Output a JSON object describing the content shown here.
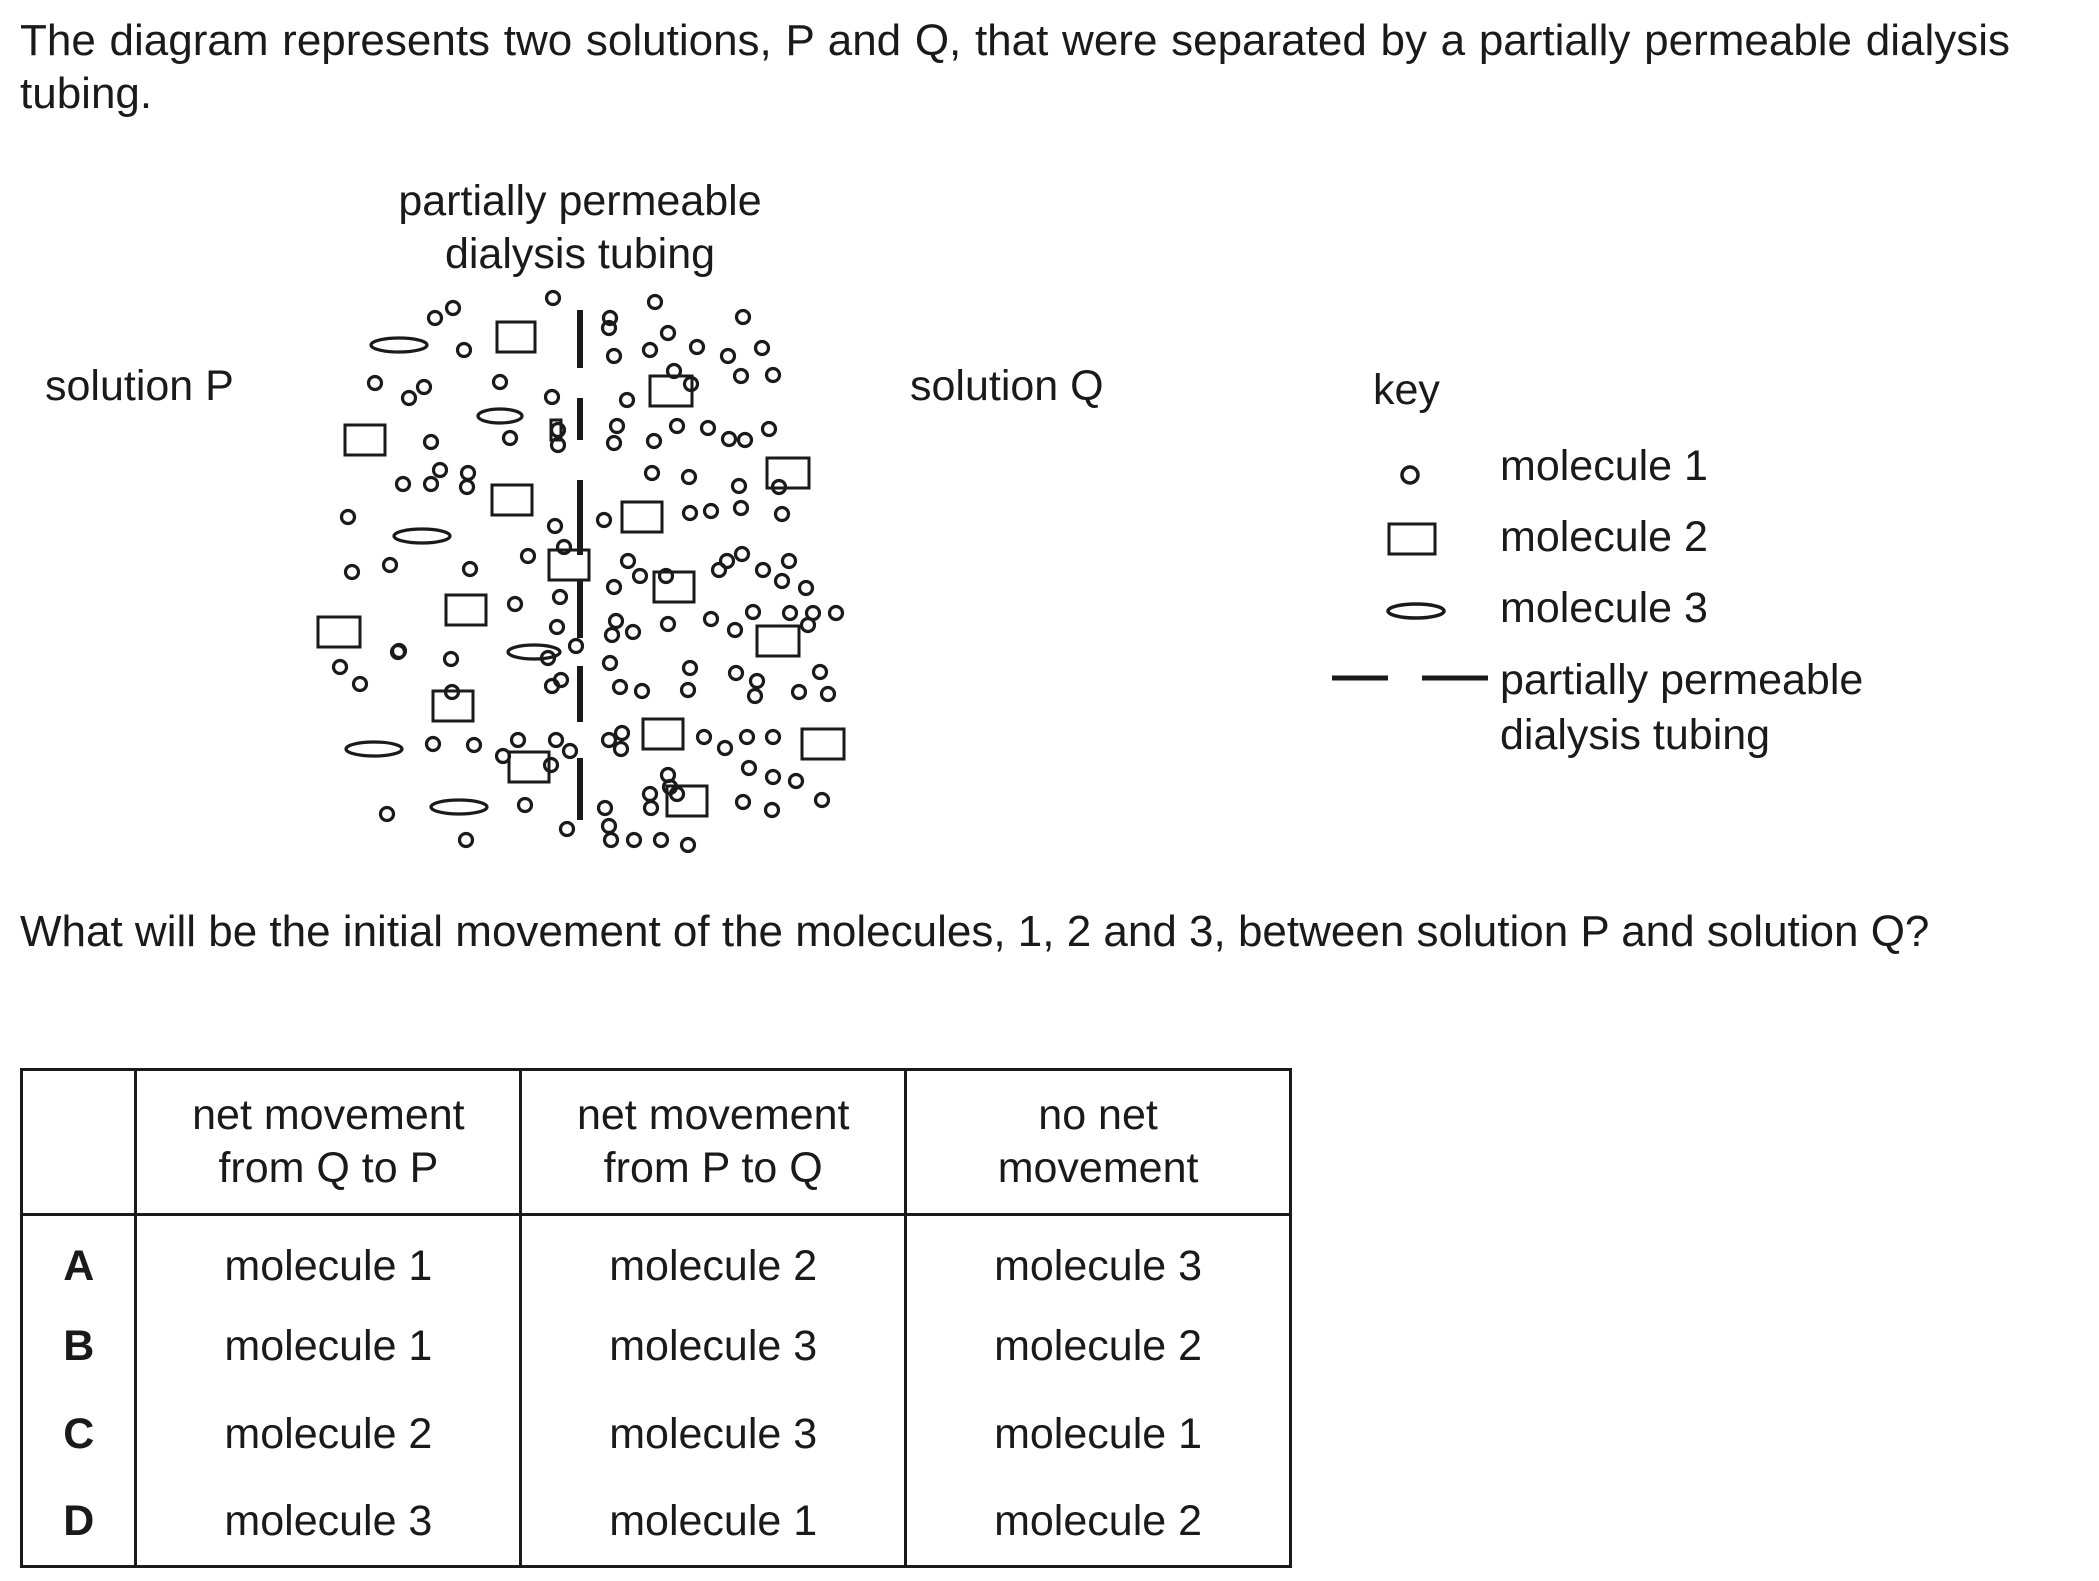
{
  "intro_text": "The diagram represents two solutions, P and Q, that were separated by a partially permeable dialysis tubing.",
  "diagram": {
    "tubing_label_line1": "partially permeable",
    "tubing_label_line2": "dialysis tubing",
    "solution_p": "solution P",
    "solution_q": "solution Q"
  },
  "key": {
    "title": "key",
    "items": [
      {
        "label": "molecule 1",
        "icon": "small-circle"
      },
      {
        "label": "molecule 2",
        "icon": "rectangle"
      },
      {
        "label": "molecule 3",
        "icon": "ellipse"
      }
    ],
    "tubing_line1": "partially permeable",
    "tubing_line2": "dialysis tubing"
  },
  "question_text": "What will be the initial movement of the molecules, 1, 2 and 3, between solution P and solution Q?",
  "table": {
    "headers": [
      {
        "line1": "",
        "line2": ""
      },
      {
        "line1": "net movement",
        "line2": "from Q to P"
      },
      {
        "line1": "net movement",
        "line2": "from P to Q"
      },
      {
        "line1": "no net",
        "line2": "movement"
      }
    ],
    "rows": [
      {
        "option": "A",
        "q_to_p": "molecule 1",
        "p_to_q": "molecule 2",
        "none": "molecule 3"
      },
      {
        "option": "B",
        "q_to_p": "molecule 1",
        "p_to_q": "molecule 3",
        "none": "molecule 2"
      },
      {
        "option": "C",
        "q_to_p": "molecule 2",
        "p_to_q": "molecule 3",
        "none": "molecule 1"
      },
      {
        "option": "D",
        "q_to_p": "molecule 3",
        "p_to_q": "molecule 1",
        "none": "molecule 2"
      }
    ]
  }
}
